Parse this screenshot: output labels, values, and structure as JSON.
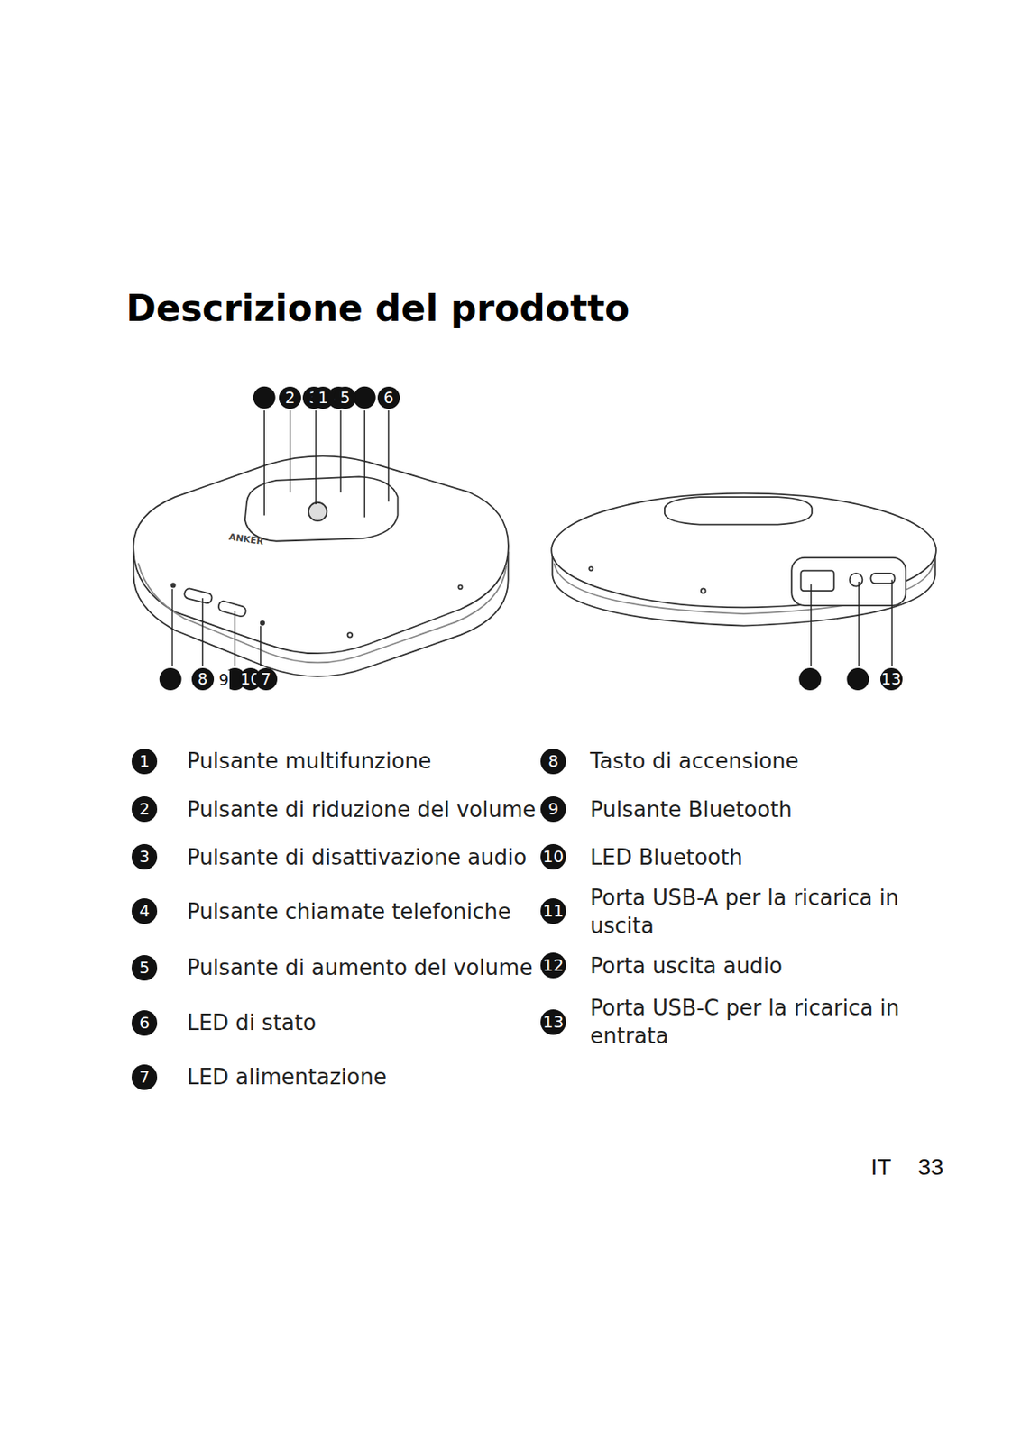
{
  "diagram": {
    "title": "Descrizione del prodotto",
    "labels": [
      "2",
      "3",
      "1",
      "4",
      "5",
      "6",
      "8",
      "9",
      "10",
      "7",
      "13",
      "ANKER",
      "1",
      "Pulsante multifunzione",
      "2",
      "Pulsante di riduzione del volume",
      "3",
      "Pulsante di disattivazione audio",
      "4",
      "Pulsante chiamate telefoniche",
      "5",
      "Pulsante di aumento del volume",
      "6",
      "LED di stato",
      "7",
      "LED alimentazione",
      "8",
      "Tasto di accensione",
      "9",
      "Pulsante Bluetooth",
      "10",
      "LED Bluetooth",
      "11",
      "Porta USB-A per la ricarica in uscita",
      "12",
      "Porta uscita audio",
      "13",
      "Porta USB-C per la ricarica in entrata",
      "IT",
      "33"
    ]
  }
}
